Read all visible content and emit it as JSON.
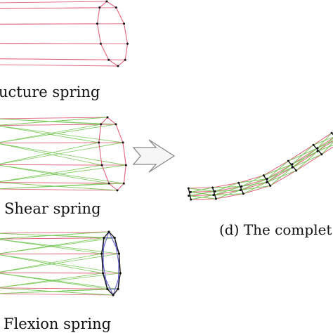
{
  "labels": {
    "structure_spring": "ucture spring",
    "shear_spring": "Shear spring",
    "flexion_spring": "Flexion spring",
    "complete": "(d) The complet"
  },
  "colors": {
    "structure": "#e0607a",
    "shear": "#7ac85a",
    "flexion_ring": "#5a5ac8",
    "node": "#111111",
    "arrow_stroke": "#888888",
    "arrow_fill": "#f6f6f6",
    "background": "#ffffff"
  }
}
